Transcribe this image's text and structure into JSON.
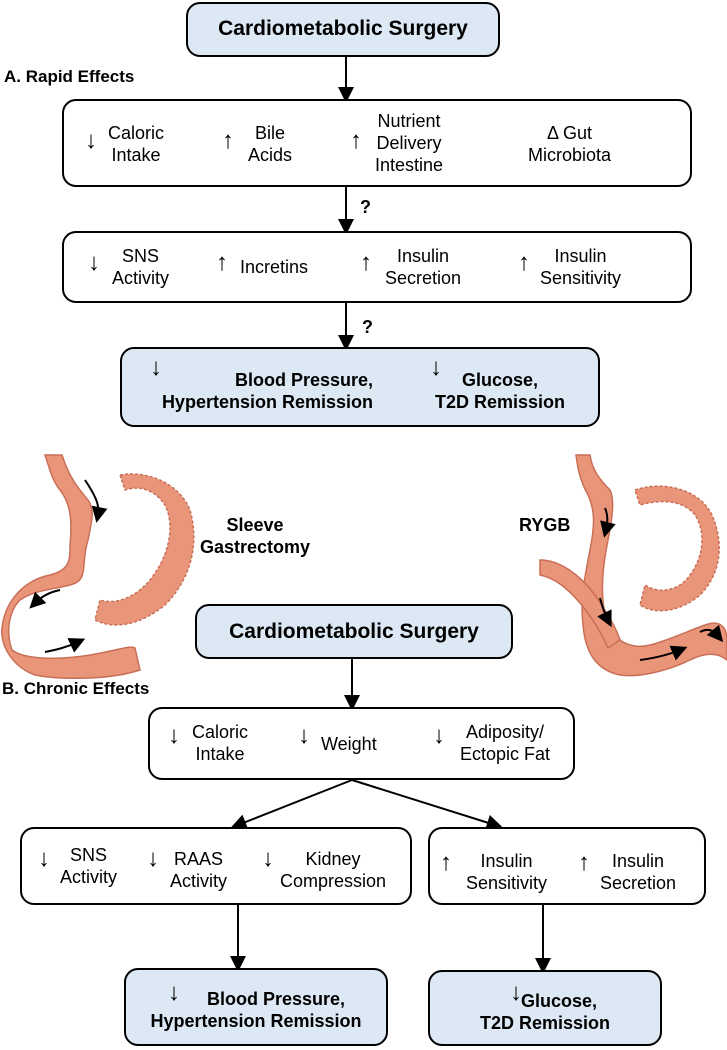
{
  "top": {
    "title": "Cardiometabolic Surgery",
    "section_a": "A. Rapid Effects",
    "rapid_row1": [
      {
        "arrow": "down",
        "line1": "Caloric",
        "line2": "Intake"
      },
      {
        "arrow": "up",
        "line1": "Bile",
        "line2": "Acids"
      },
      {
        "arrow": "up",
        "line1": "Nutrient",
        "line2": "Delivery",
        "line3": "Intestine"
      },
      {
        "arrow": "none",
        "line1": "Δ Gut",
        "line2": "Microbiota"
      }
    ],
    "question1": "?",
    "rapid_row2": [
      {
        "arrow": "down",
        "line1": "SNS",
        "line2": "Activity"
      },
      {
        "arrow": "up",
        "line1": "Incretins"
      },
      {
        "arrow": "up",
        "line1": "Insulin",
        "line2": "Secretion"
      },
      {
        "arrow": "up",
        "line1": "Insulin",
        "line2": "Sensitivity"
      }
    ],
    "question2": "?",
    "outcome": {
      "bp_line1": "Blood Pressure,",
      "bp_line2": "Hypertension Remission",
      "gl_line1": "Glucose,",
      "gl_line2": "T2D Remission"
    }
  },
  "illustrations": {
    "sleeve_line1": "Sleeve",
    "sleeve_line2": "Gastrectomy",
    "rygb": "RYGB"
  },
  "bottom": {
    "title": "Cardiometabolic Surgery",
    "section_b": "B. Chronic Effects",
    "chronic_row1": [
      {
        "arrow": "down",
        "line1": "Caloric",
        "line2": "Intake"
      },
      {
        "arrow": "down",
        "line1": "Weight"
      },
      {
        "arrow": "down",
        "line1": "Adiposity/",
        "line2": "Ectopic Fat"
      }
    ],
    "left_box": [
      {
        "arrow": "down",
        "line1": "SNS",
        "line2": "Activity"
      },
      {
        "arrow": "down",
        "line1": "RAAS",
        "line2": "Activity"
      },
      {
        "arrow": "down",
        "line1": "Kidney",
        "line2": "Compression"
      }
    ],
    "right_box": [
      {
        "arrow": "up",
        "line1": "Insulin",
        "line2": "Sensitivity"
      },
      {
        "arrow": "up",
        "line1": "Insulin",
        "line2": "Secretion"
      }
    ],
    "outcome_left": {
      "line1": "Blood Pressure,",
      "line2": "Hypertension Remission"
    },
    "outcome_right": {
      "line1": "Glucose,",
      "line2": "T2D Remission"
    }
  },
  "colors": {
    "box_fill_blue": "#dce8f3",
    "stomach": "#e8957a",
    "stomach_dark": "#c96f57"
  }
}
